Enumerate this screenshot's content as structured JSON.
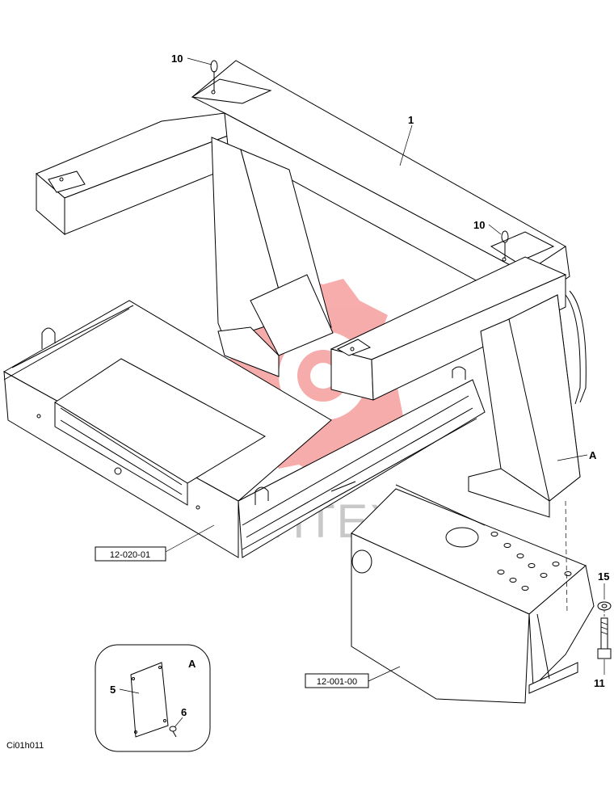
{
  "callouts": {
    "frame": "1",
    "eye_bolt_top": "10",
    "eye_bolt_right": "10",
    "view_a_pointer": "A",
    "washer": "15",
    "bolt": "11",
    "detail_view": "A",
    "cover_plate": "5",
    "screw": "6"
  },
  "references": {
    "left_tray": "12-020-01",
    "tank": "12-001-00"
  },
  "drawing_code": "Ci01h011",
  "watermark": {
    "text": "MHTEX",
    "logo_icon": "gear-logo-watermark",
    "color": "#f06060"
  }
}
